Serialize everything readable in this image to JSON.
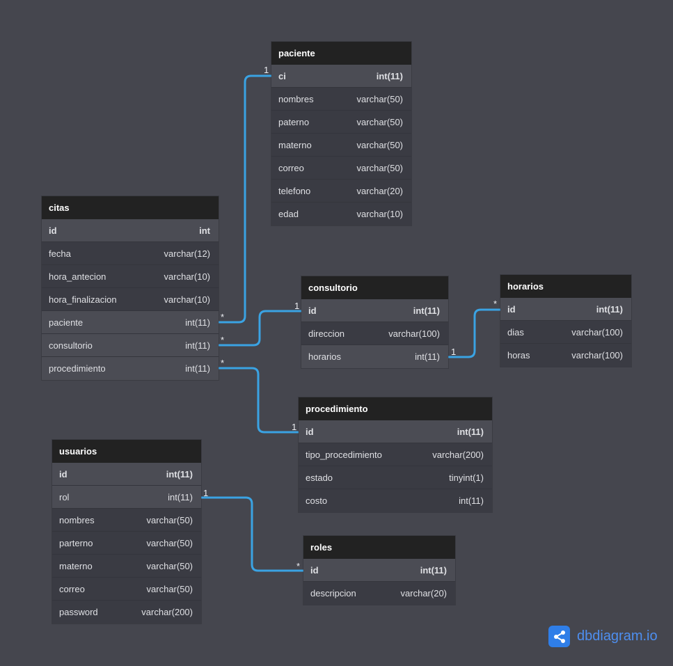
{
  "tables": {
    "paciente": {
      "name": "paciente",
      "rows": [
        {
          "name": "ci",
          "type": "int(11)"
        },
        {
          "name": "nombres",
          "type": "varchar(50)"
        },
        {
          "name": "paterno",
          "type": "varchar(50)"
        },
        {
          "name": "materno",
          "type": "varchar(50)"
        },
        {
          "name": "correo",
          "type": "varchar(50)"
        },
        {
          "name": "telefono",
          "type": "varchar(20)"
        },
        {
          "name": "edad",
          "type": "varchar(10)"
        }
      ]
    },
    "citas": {
      "name": "citas",
      "rows": [
        {
          "name": "id",
          "type": "int"
        },
        {
          "name": "fecha",
          "type": "varchar(12)"
        },
        {
          "name": "hora_antecion",
          "type": "varchar(10)"
        },
        {
          "name": "hora_finalizacion",
          "type": "varchar(10)"
        },
        {
          "name": "paciente",
          "type": "int(11)"
        },
        {
          "name": "consultorio",
          "type": "int(11)"
        },
        {
          "name": "procedimiento",
          "type": "int(11)"
        }
      ]
    },
    "consultorio": {
      "name": "consultorio",
      "rows": [
        {
          "name": "id",
          "type": "int(11)"
        },
        {
          "name": "direccion",
          "type": "varchar(100)"
        },
        {
          "name": "horarios",
          "type": "int(11)"
        }
      ]
    },
    "horarios": {
      "name": "horarios",
      "rows": [
        {
          "name": "id",
          "type": "int(11)"
        },
        {
          "name": "dias",
          "type": "varchar(100)"
        },
        {
          "name": "horas",
          "type": "varchar(100)"
        }
      ]
    },
    "procedimiento": {
      "name": "procedimiento",
      "rows": [
        {
          "name": "id",
          "type": "int(11)"
        },
        {
          "name": "tipo_procedimiento",
          "type": "varchar(200)"
        },
        {
          "name": "estado",
          "type": "tinyint(1)"
        },
        {
          "name": "costo",
          "type": "int(11)"
        }
      ]
    },
    "usuarios": {
      "name": "usuarios",
      "rows": [
        {
          "name": "id",
          "type": "int(11)"
        },
        {
          "name": "rol",
          "type": "int(11)"
        },
        {
          "name": "nombres",
          "type": "varchar(50)"
        },
        {
          "name": "parterno",
          "type": "varchar(50)"
        },
        {
          "name": "materno",
          "type": "varchar(50)"
        },
        {
          "name": "correo",
          "type": "varchar(50)"
        },
        {
          "name": "password",
          "type": "varchar(200)"
        }
      ]
    },
    "roles": {
      "name": "roles",
      "rows": [
        {
          "name": "id",
          "type": "int(11)"
        },
        {
          "name": "descripcion",
          "type": "varchar(20)"
        }
      ]
    }
  },
  "relations": [
    {
      "from": "citas.paciente",
      "to": "paciente.ci",
      "from_card": "*",
      "to_card": "1"
    },
    {
      "from": "citas.consultorio",
      "to": "consultorio.id",
      "from_card": "*",
      "to_card": "1"
    },
    {
      "from": "citas.procedimiento",
      "to": "procedimiento.id",
      "from_card": "*",
      "to_card": "1"
    },
    {
      "from": "consultorio.horarios",
      "to": "horarios.id",
      "from_card": "1",
      "to_card": "*"
    },
    {
      "from": "usuarios.rol",
      "to": "roles.id",
      "from_card": "1",
      "to_card": "*"
    }
  ],
  "brand": {
    "logo_text": "dbdiagram.io",
    "accent": "#2f7ee8",
    "line_color": "#3aa3e3"
  }
}
